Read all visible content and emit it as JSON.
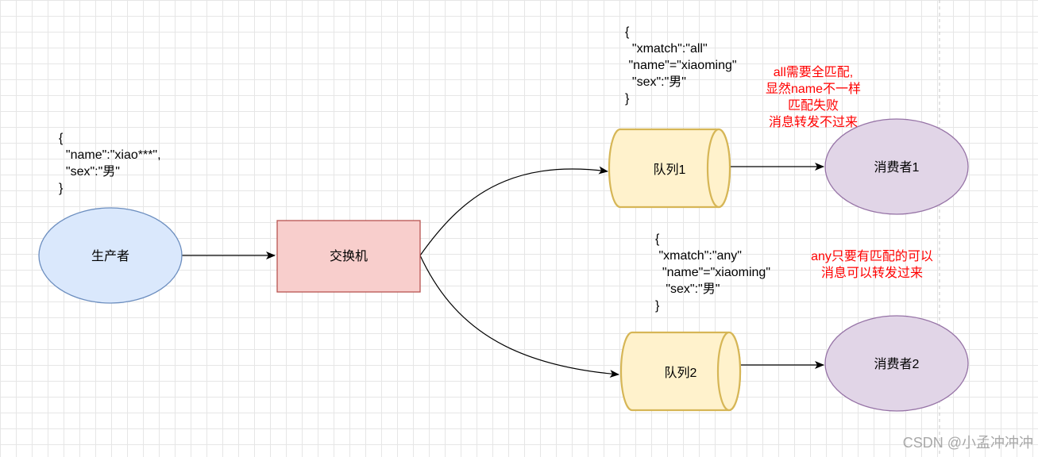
{
  "nodes": {
    "producer": {
      "label": "生产者",
      "fill": "#dae8fc",
      "stroke": "#6c8ebf"
    },
    "exchange": {
      "label": "交换机",
      "fill": "#f8cecc",
      "stroke": "#b85450"
    },
    "queue1": {
      "label": "队列1",
      "fill": "#fff2cc",
      "stroke": "#d6b656"
    },
    "queue2": {
      "label": "队列2",
      "fill": "#fff2cc",
      "stroke": "#d6b656"
    },
    "consumer1": {
      "label": "消费者1",
      "fill": "#e1d5e7",
      "stroke": "#9673a6"
    },
    "consumer2": {
      "label": "消费者2",
      "fill": "#e1d5e7",
      "stroke": "#9673a6"
    }
  },
  "producer_message": {
    "lines": [
      "{",
      "  \"name\":\"xiao***\",",
      "  \"sex\":\"男\"",
      "}"
    ]
  },
  "queue1_binding": {
    "lines": [
      "{",
      "  \"xmatch\":\"all\"",
      " \"name\"=\"xiaoming\"",
      "  \"sex\":\"男\"",
      "}"
    ]
  },
  "queue2_binding": {
    "lines": [
      "{",
      " \"xmatch\":\"any\"",
      "  \"name\"=\"xiaoming\"",
      "   \"sex\":\"男\"",
      "}"
    ]
  },
  "notes": {
    "all_note": [
      "all需要全匹配,",
      "显然name不一样",
      "匹配失败",
      "消息转发不过来"
    ],
    "any_note": [
      "any只要有匹配的可以",
      "消息可以转发过来"
    ],
    "color": "#ff0000"
  },
  "watermark": "CSDN @小孟冲冲冲"
}
